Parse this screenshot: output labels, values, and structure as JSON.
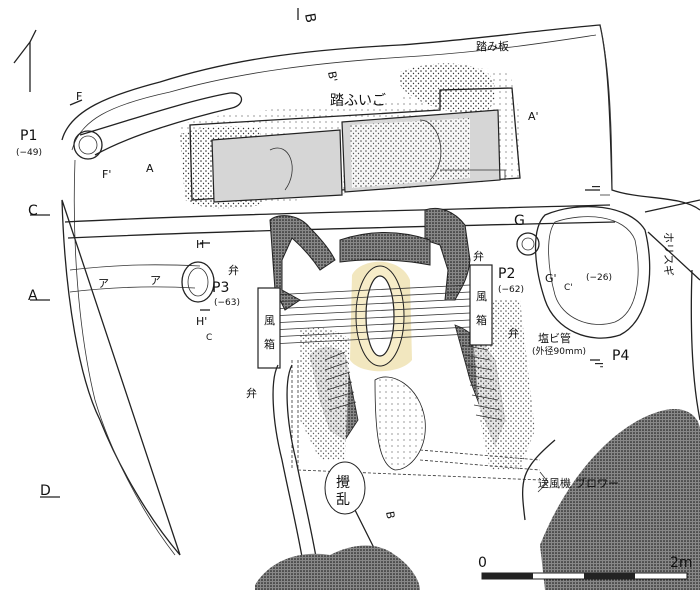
{
  "labels": {
    "B": "B",
    "B_prime": "B'",
    "A": "A",
    "A_prime": "A'",
    "C": "C",
    "C_prime": "C'",
    "D": "D",
    "F": "F",
    "F_prime": "F'",
    "G": "G",
    "G_prime": "G'",
    "H": "H",
    "H_prime": "H'",
    "I": "I",
    "I_prime": "I'",
    "a": "ア",
    "a2": "ア",
    "fuigo": "踏ふいご",
    "fumiita": "踏み板",
    "horisugi": "ホリスギ",
    "ben_left": "弁",
    "ben_right": "弁",
    "ben_left2": "弁",
    "ben_right2": "弁",
    "fuubako_left_1": "風",
    "fuubako_left_2": "箱",
    "fuubako_right_1": "風",
    "fuubako_right_2": "箱",
    "pipe": "塩ビ管",
    "pipe_size": "(外径90mm)",
    "blower": "送風機",
    "blower2": "ブロワー",
    "disturbed_1": "攪",
    "disturbed_2": "乱"
  },
  "pits": {
    "p1": {
      "name": "P1",
      "depth": "(−49)"
    },
    "p2": {
      "name": "P2",
      "depth": "(−62)"
    },
    "p3": {
      "name": "P3",
      "depth": "(−63)"
    },
    "p4": {
      "name": "P4"
    },
    "g_depth": "(−26)"
  },
  "scale": {
    "start": "0",
    "end": "2m"
  }
}
